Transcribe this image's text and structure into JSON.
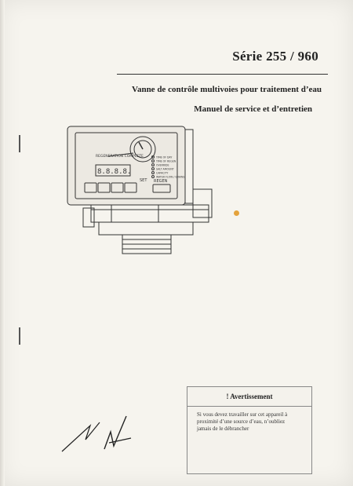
{
  "document": {
    "series_title": "Série 255 / 960",
    "subtitle": "Vanne de contrôle multivoies pour traitement d’eau",
    "subtitle2": "Manuel de service et d’entretien"
  },
  "illustration": {
    "regeneration_label": "REGENERATION COMPLETE",
    "display_digits": "8.8.8.8.",
    "set_label": "SET",
    "regen_button_label": "REGEN",
    "indicator_labels": [
      "TIME OF DAY",
      "TIME OF REGEN",
      "OVERRIDE",
      "SALT AMOUNT",
      "CAPACITY",
      "WATER FLOW / GRAINS"
    ],
    "colors": {
      "outline": "#333333",
      "fill": "#e9e7e1"
    }
  },
  "warning": {
    "title": "! Avertissement",
    "lines": [
      "Si vous devez travailler sur cet appareil à",
      "proximité d’une source d’eau, n’oubliez",
      "jamais de le débrancher"
    ]
  }
}
